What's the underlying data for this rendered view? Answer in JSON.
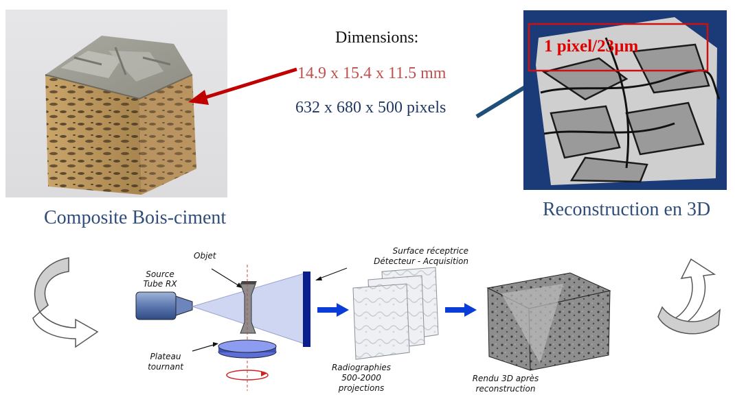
{
  "top": {
    "dimensions_label": "Dimensions:",
    "size_mm": "14.9 x 15.4 x 11.5 mm",
    "size_px": "632 x 680 x 500 pixels",
    "resolution_label": "1 pixel/23µm",
    "left_caption": "Composite Bois-ciment",
    "right_caption": "Reconstruction en 3D"
  },
  "diagram": {
    "objet": "Objet",
    "source": [
      "Source",
      "Tube RX"
    ],
    "plateau": [
      "Plateau",
      "tournant"
    ],
    "surface": [
      "Surface réceptrice",
      "Détecteur - Acquisition"
    ],
    "radiographies": [
      "Radiographies",
      "500-2000",
      "projections"
    ],
    "rendu": [
      "Rendu 3D après",
      "reconstruction"
    ]
  },
  "colors": {
    "mm_text": "#c0504d",
    "px_text": "#1f3864",
    "caption_text": "#2f4d7a",
    "red_arrow": "#c00000",
    "blue_arrow": "#1f4e79",
    "flow_arrow": "#0a3cd8",
    "detector": "#0b1f8c",
    "resolution_box": "#d01010"
  },
  "icons": {
    "left_rotation": "curved-arrow-icon",
    "right_rotation": "curved-arrow-icon"
  }
}
